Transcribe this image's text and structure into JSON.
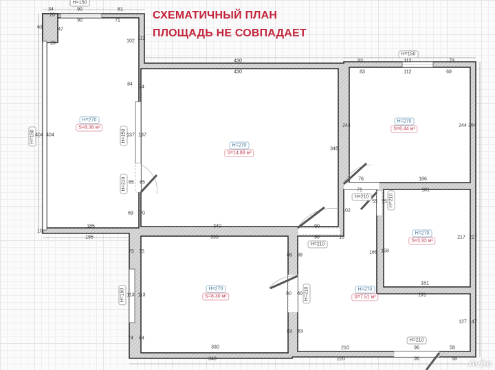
{
  "title": {
    "line1": "СХЕМАТИЧНЫЙ ПЛАН",
    "line2": "ПЛОЩАДЬ НЕ СОВПАДАЕТ",
    "color": "#c3243b"
  },
  "watermark": "Avito",
  "rooms": [
    {
      "id": "left-room",
      "height": "H=270",
      "area": "S=8.38 м²"
    },
    {
      "id": "main-room",
      "height": "H=270",
      "area": "S=14.88 м²"
    },
    {
      "id": "top-right-room",
      "height": "H=270",
      "area": "S=8.44 м²"
    },
    {
      "id": "small-right-room",
      "height": "H=270",
      "area": "S=3.93 м²"
    },
    {
      "id": "bottom-left-room",
      "height": "H=270",
      "area": "S=8.30 м²"
    },
    {
      "id": "hall",
      "height": "H=270",
      "area": "S=7.51 м²"
    }
  ],
  "openings": {
    "window_top_left": "H=150",
    "window_top_right": "H=150",
    "window_left": "H=150",
    "window_left_mid": "H=150",
    "window_bottom_left": "H=150",
    "door_left": "H=210",
    "door_center": "H=210",
    "door_right_a": "H=210",
    "door_right_b": "H=210",
    "door_bottom_mid": "H=210",
    "door_entrance": "H=210"
  },
  "dimensions": {
    "d34": "34",
    "d90a": "90",
    "d81": "81",
    "d90b": "90",
    "d71a": "71",
    "d20a": "20",
    "d63": "63",
    "d47": "47",
    "d20b": "20",
    "d102a": "102",
    "d112a": "112",
    "d430a": "430",
    "d430b": "430",
    "d93": "93",
    "d112b": "112",
    "d79": "79",
    "d83a": "83",
    "d112c": "112",
    "d69": "69",
    "d84": "84",
    "d74a": "74",
    "d404a": "404",
    "d404b": "404",
    "d137a": "137",
    "d137b": "137",
    "d65a": "65",
    "d65b": "65",
    "d69b": "69",
    "d70": "70",
    "d244a": "244",
    "d244b": "244",
    "d264": "264",
    "d346": "346",
    "d76": "76",
    "d186": "186",
    "d71b": "71",
    "d181a": "181",
    "d55a": "55",
    "d55b": "55",
    "d102b": "102",
    "d10a": "10",
    "d185": "185",
    "d195": "195",
    "d340a": "340",
    "d330a": "330",
    "d90c": "90",
    "d90d": "90",
    "d10b": "10",
    "d217a": "217",
    "d217b": "217",
    "d166": "166",
    "d158": "158",
    "d75a": "75",
    "d75b": "75",
    "d88a": "88",
    "d88b": "88",
    "d113a": "113",
    "d113b": "113",
    "d80a": "80",
    "d80b": "80",
    "d181b": "181",
    "d191": "191",
    "d74b": "74",
    "d64": "64",
    "d83b": "83",
    "d83c": "83",
    "d127": "127",
    "d147": "147",
    "d330b": "330",
    "d340b": "340",
    "d210": "210",
    "d220": "220",
    "d96a": "96",
    "d96b": "96",
    "d58a": "58",
    "d58b": "58"
  }
}
